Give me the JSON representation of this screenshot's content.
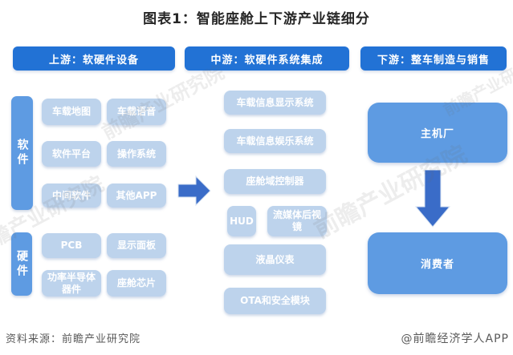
{
  "title": "图表1：智能座舱上下游产业链细分",
  "headers": [
    {
      "label": "上游：软硬件设备"
    },
    {
      "label": "中游：软硬件系统集成"
    },
    {
      "label": "下游：整车制造与销售"
    }
  ],
  "upstream": {
    "software": {
      "label": "软件",
      "boxes": [
        "车载地图",
        "车载语音",
        "软件平台",
        "操作系统",
        "中间软件",
        "其他APP"
      ]
    },
    "hardware": {
      "label": "硬件",
      "boxes": [
        "PCB",
        "显示面板",
        "功率半导体器件",
        "座舱芯片"
      ]
    }
  },
  "midstream": {
    "boxes": [
      "车载信息显示系统",
      "车载信息娱乐系统",
      "座舱域控制器",
      "HUD",
      "流媒体后视镜",
      "液晶仪表",
      "OTA和安全模块"
    ]
  },
  "downstream": {
    "oem": "主机厂",
    "consumer": "消费者"
  },
  "footer": {
    "source": "资料来源：前瞻产业研究院",
    "credit": "@前瞻经济学人APP"
  },
  "watermark": {
    "text": "前瞻产业研究院"
  },
  "colors": {
    "header_blue": "#2272d5",
    "medium_blue": "#5e9be2",
    "light_blue": "#bdd3ec",
    "arrow_blue": "#3a6cc8",
    "title_text": "#262626",
    "footer_text": "#595959"
  }
}
